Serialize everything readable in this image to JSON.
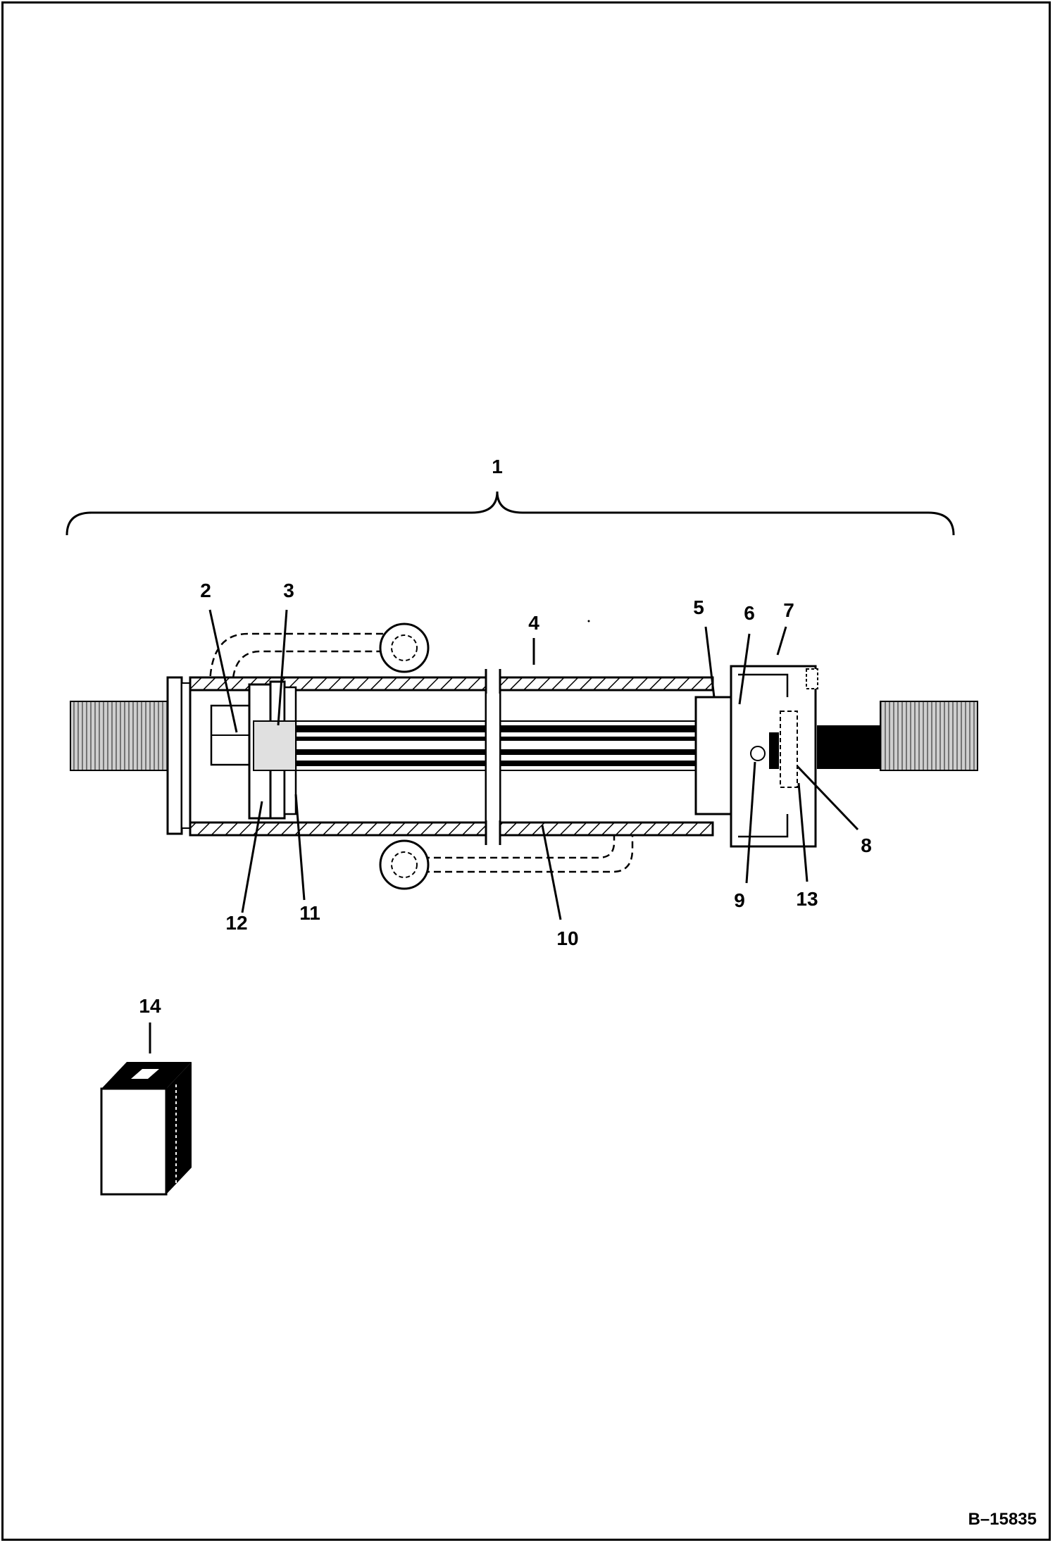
{
  "diagram": {
    "labels": {
      "l1": "1",
      "l2": "2",
      "l3": "3",
      "l4": "4",
      "l5": "5",
      "l6": "6",
      "l7": "7",
      "l8": "8",
      "l9": "9",
      "l10": "10",
      "l11": "11",
      "l12": "12",
      "l13": "13",
      "l14": "14"
    },
    "reference": "B–15835"
  }
}
